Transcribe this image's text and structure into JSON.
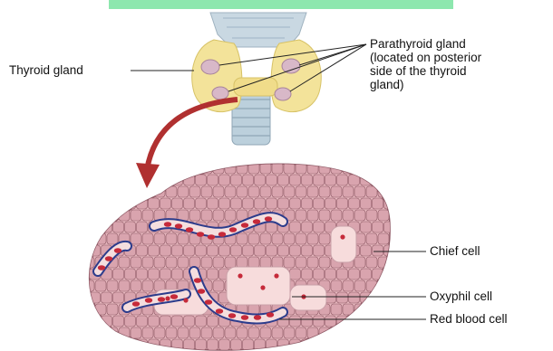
{
  "labels": {
    "thyroid_gland": "Thyroid gland",
    "parathyroid_gland": {
      "line1": "Parathyroid gland",
      "line2": "(located on posterior",
      "line3": "side of the thyroid",
      "line4": "gland)"
    },
    "chief_cell": "Chief cell",
    "oxyphil_cell": "Oxyphil cell",
    "red_blood_cell": "Red blood cell"
  },
  "colors": {
    "thyroid": "#f3e39a",
    "parathyroid": "#d8b8c8",
    "trachea": "#bcd0dc",
    "tissue_cell": "#d9a4ae",
    "tissue_outline": "#8f5a66",
    "oxyphil": "#f7dcdc",
    "nucleus": "#c62a3a",
    "vessel": "#2c3c8c",
    "arrow": "#b03030",
    "top_band": "#2fd36c"
  }
}
